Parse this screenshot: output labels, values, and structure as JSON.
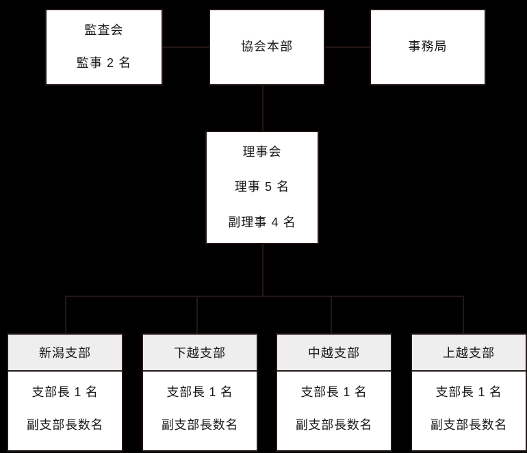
{
  "chart_data": {
    "type": "diagram",
    "diagram_kind": "organization-chart",
    "title": "",
    "colors": {
      "background": "#000000",
      "box_fill": "#ffffff",
      "header_fill": "#eeeeee",
      "border": "#231815",
      "connector": "#231815",
      "text": "#1a1a1a"
    },
    "nodes": [
      {
        "id": "audit",
        "label": "監査会",
        "detail": [
          "監事 2 名"
        ]
      },
      {
        "id": "hq",
        "label": "協会本部",
        "detail": []
      },
      {
        "id": "office",
        "label": "事務局",
        "detail": []
      },
      {
        "id": "board",
        "label": "理事会",
        "detail": [
          "理事 5 名",
          "副理事 4 名"
        ]
      },
      {
        "id": "branch1",
        "label": "新潟支部",
        "detail": [
          "支部長 1 名",
          "副支部長数名"
        ]
      },
      {
        "id": "branch2",
        "label": "下越支部",
        "detail": [
          "支部長 1 名",
          "副支部長数名"
        ]
      },
      {
        "id": "branch3",
        "label": "中越支部",
        "detail": [
          "支部長 1 名",
          "副支部長数名"
        ]
      },
      {
        "id": "branch4",
        "label": "上越支部",
        "detail": [
          "支部長 1 名",
          "副支部長数名"
        ]
      }
    ],
    "edges": [
      {
        "from": "audit",
        "to": "hq",
        "style": "horizontal"
      },
      {
        "from": "hq",
        "to": "office",
        "style": "horizontal"
      },
      {
        "from": "hq",
        "to": "board",
        "style": "vertical"
      },
      {
        "from": "board",
        "to": "branch1",
        "style": "elbow"
      },
      {
        "from": "board",
        "to": "branch2",
        "style": "elbow"
      },
      {
        "from": "board",
        "to": "branch3",
        "style": "elbow"
      },
      {
        "from": "board",
        "to": "branch4",
        "style": "elbow"
      }
    ]
  },
  "top_row": {
    "audit": {
      "title": "監査会",
      "line2": "監事 2 名"
    },
    "headquarters": {
      "title": "協会本部"
    },
    "secretariat": {
      "title": "事務局"
    }
  },
  "board": {
    "title": "理事会",
    "line2": "理事 5 名",
    "line3": "副理事 4 名"
  },
  "branches": [
    {
      "name": "新潟支部",
      "line1": "支部長 1 名",
      "line2": "副支部長数名"
    },
    {
      "name": "下越支部",
      "line1": "支部長 1 名",
      "line2": "副支部長数名"
    },
    {
      "name": "中越支部",
      "line1": "支部長 1 名",
      "line2": "副支部長数名"
    },
    {
      "name": "上越支部",
      "line1": "支部長 1 名",
      "line2": "副支部長数名"
    }
  ]
}
